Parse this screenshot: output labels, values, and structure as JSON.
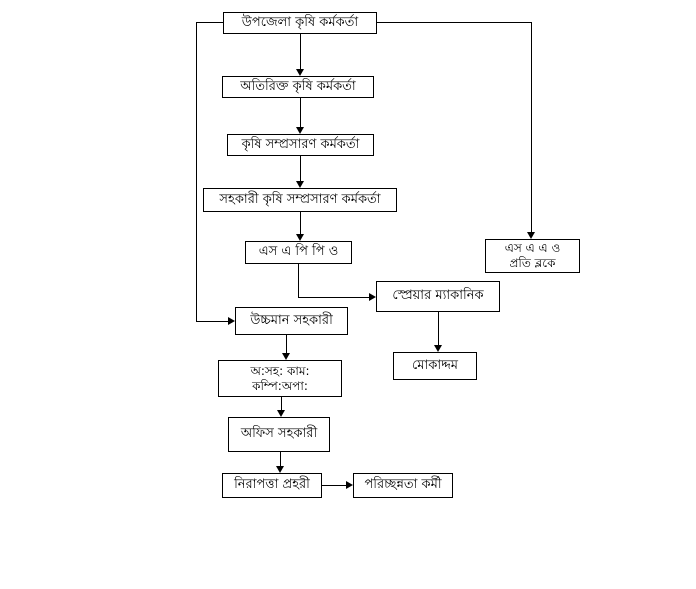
{
  "diagram": {
    "type": "flowchart-org-chart",
    "language": "Bengali",
    "nodes": {
      "upazila_agri_officer": {
        "label": "উপজেলা কৃষি কর্মকর্তা"
      },
      "additional_agri_officer": {
        "label": "অতিরিক্ত কৃষি কর্মকর্তা"
      },
      "agri_extension_officer": {
        "label": "কৃষি সম্প্রসারণ কর্মকর্তা"
      },
      "assistant_agri_extension_officer": {
        "label": "সহকারী কৃষি সম্প্রসারণ কর্মকর্তা"
      },
      "sappo": {
        "label": "এস এ পি পি ও"
      },
      "saao_per_block": {
        "line1": "এস এ এ ও",
        "line2": "প্রতি ব্লকে"
      },
      "sprayer_mechanic": {
        "label": "স্প্রেয়ার ম্যাকানিক"
      },
      "upper_division_assistant": {
        "label": "উচ্চমান সহকারী"
      },
      "mokaddom": {
        "label": "মোকাদ্দম"
      },
      "office_asst_cum_computer_operator": {
        "line1": "অ:সহ: কাম:",
        "line2": "কম্পি:অপা:"
      },
      "office_assistant": {
        "label": "অফিস সহকারী"
      },
      "security_guard": {
        "label": "নিরাপত্তা প্রহরী"
      },
      "cleaning_worker": {
        "label": "পরিচ্ছন্নতা কর্মী"
      }
    },
    "edges": [
      {
        "from": "upazila_agri_officer",
        "to": "additional_agri_officer"
      },
      {
        "from": "upazila_agri_officer",
        "to": "saao_per_block"
      },
      {
        "from": "upazila_agri_officer",
        "to": "upper_division_assistant"
      },
      {
        "from": "additional_agri_officer",
        "to": "agri_extension_officer"
      },
      {
        "from": "agri_extension_officer",
        "to": "assistant_agri_extension_officer"
      },
      {
        "from": "assistant_agri_extension_officer",
        "to": "sappo"
      },
      {
        "from": "sappo",
        "to": "sprayer_mechanic"
      },
      {
        "from": "sprayer_mechanic",
        "to": "mokaddom"
      },
      {
        "from": "upper_division_assistant",
        "to": "office_asst_cum_computer_operator"
      },
      {
        "from": "office_asst_cum_computer_operator",
        "to": "office_assistant"
      },
      {
        "from": "office_assistant",
        "to": "security_guard"
      },
      {
        "from": "security_guard",
        "to": "cleaning_worker"
      }
    ],
    "colors": {
      "background": "#ffffff",
      "box_border": "#000000",
      "text": "#000000",
      "line": "#000000"
    }
  }
}
